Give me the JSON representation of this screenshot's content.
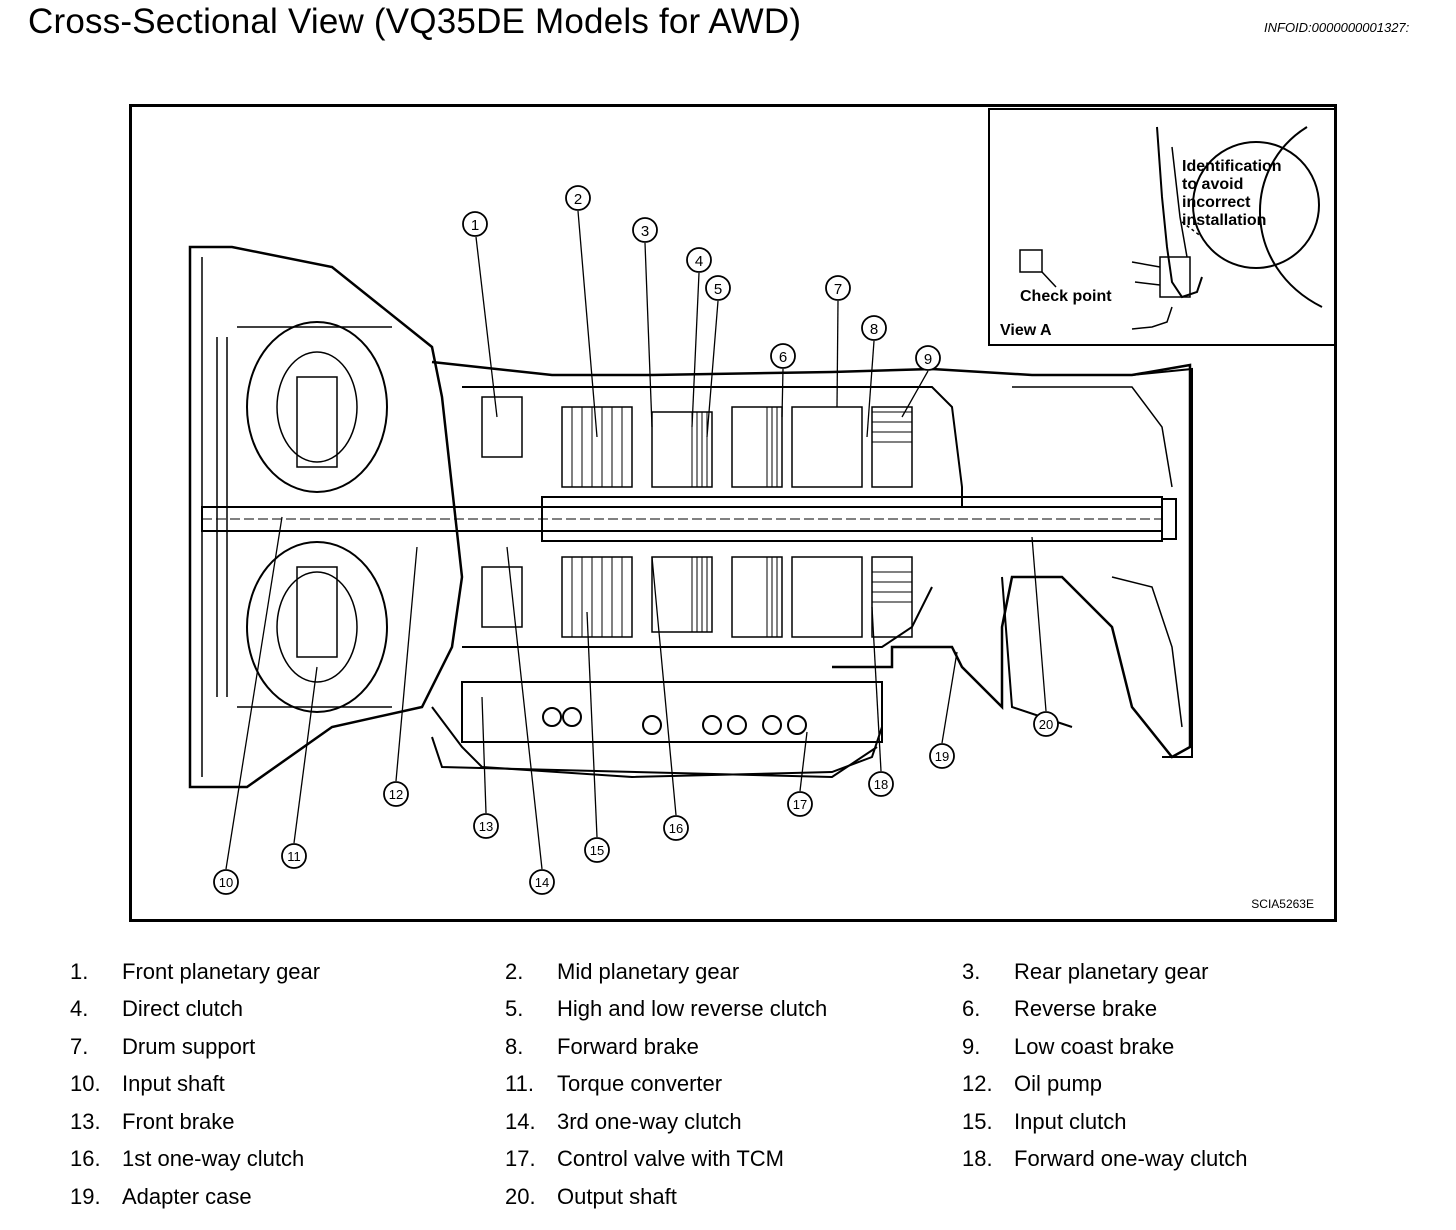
{
  "page": {
    "title": "Cross-Sectional View (VQ35DE Models for AWD)",
    "info_id": "INFOID:0000000001327:"
  },
  "figure": {
    "code": "SCIA5263E",
    "view_a": {
      "title": "View A",
      "check_point": "Check point",
      "note_lines": [
        "Identification",
        "to avoid",
        "incorrect",
        "installation"
      ]
    },
    "callouts": [
      "1",
      "2",
      "3",
      "4",
      "5",
      "6",
      "7",
      "8",
      "9",
      "10",
      "11",
      "12",
      "13",
      "14",
      "15",
      "16",
      "17",
      "18",
      "19",
      "20"
    ]
  },
  "legend": [
    {
      "num": "1.",
      "label": "Front planetary gear"
    },
    {
      "num": "2.",
      "label": "Mid planetary gear"
    },
    {
      "num": "3.",
      "label": "Rear planetary gear"
    },
    {
      "num": "4.",
      "label": "Direct clutch"
    },
    {
      "num": "5.",
      "label": "High and low reverse clutch"
    },
    {
      "num": "6.",
      "label": "Reverse brake"
    },
    {
      "num": "7.",
      "label": "Drum support"
    },
    {
      "num": "8.",
      "label": "Forward brake"
    },
    {
      "num": "9.",
      "label": "Low coast brake"
    },
    {
      "num": "10.",
      "label": "Input shaft"
    },
    {
      "num": "11.",
      "label": "Torque converter"
    },
    {
      "num": "12.",
      "label": "Oil pump"
    },
    {
      "num": "13.",
      "label": "Front brake"
    },
    {
      "num": "14.",
      "label": "3rd one-way clutch"
    },
    {
      "num": "15.",
      "label": "Input clutch"
    },
    {
      "num": "16.",
      "label": "1st one-way clutch"
    },
    {
      "num": "17.",
      "label": "Control valve with TCM"
    },
    {
      "num": "18.",
      "label": "Forward one-way clutch"
    },
    {
      "num": "19.",
      "label": "Adapter case"
    },
    {
      "num": "20.",
      "label": "Output shaft"
    }
  ]
}
